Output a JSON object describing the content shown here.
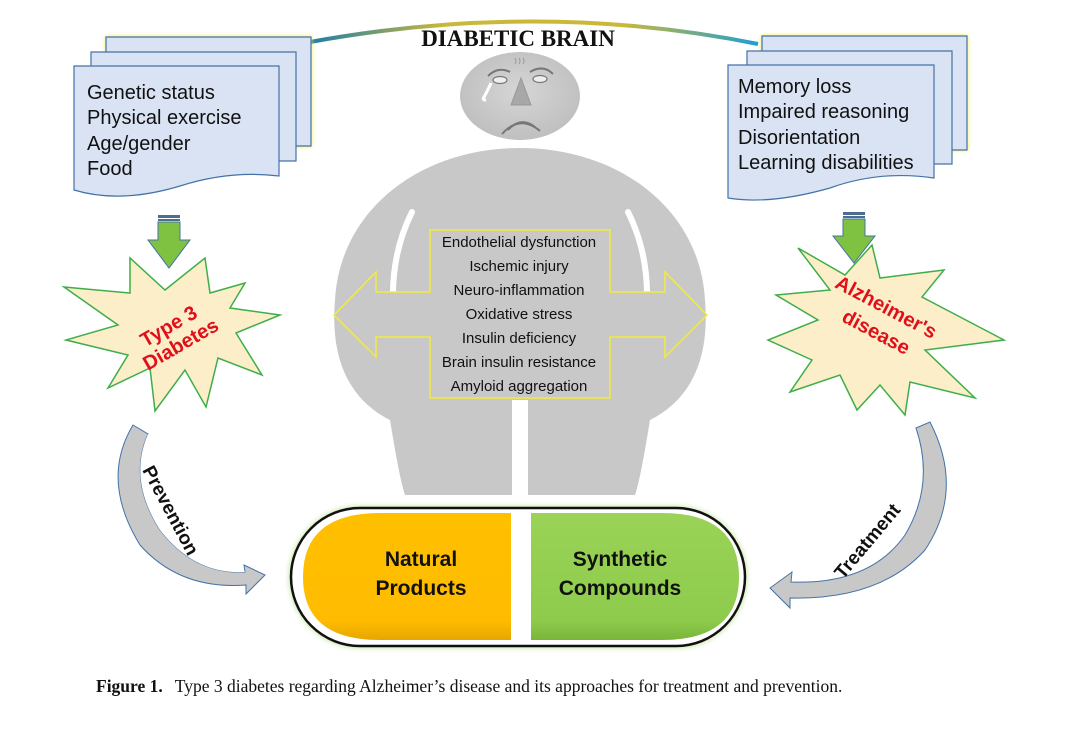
{
  "title": "DIABETIC BRAIN",
  "risk_factors": [
    "Genetic status",
    "Physical exercise",
    "Age/gender",
    "Food"
  ],
  "symptoms": [
    "Memory loss",
    "Impaired reasoning",
    "Disorientation",
    "Learning disabilities"
  ],
  "mechanisms": [
    "Endothelial dysfunction",
    "Ischemic injury",
    "Neuro-inflammation",
    "Oxidative stress",
    "Insulin deficiency",
    "Brain insulin resistance",
    "Amyloid aggregation"
  ],
  "left_burst": {
    "lines": [
      "Type 3",
      "Diabetes"
    ]
  },
  "right_burst": {
    "lines": [
      "Alzheimer's",
      "disease"
    ]
  },
  "left_arc_label": "Prevention",
  "right_arc_label": "Treatment",
  "pill": {
    "left": {
      "lines": [
        "Natural",
        "Products"
      ],
      "color": "#ffc000"
    },
    "right": {
      "lines": [
        "Synthetic",
        "Compounds"
      ],
      "color": "#92d050"
    }
  },
  "colors": {
    "doc_fill": "#dae3f3",
    "doc_stroke": "#4472a8",
    "burst_fill": "#fbeec9",
    "burst_stroke": "#3fae49",
    "burst_text": "#e0101a",
    "figure_gray": "#c8c8c8",
    "highlight_yellow": "#f2ec3c",
    "arrow_green": "#7fc241"
  },
  "caption": {
    "label": "Figure 1.",
    "text": "Type 3 diabetes regarding Alzheimer’s disease and its approaches for treatment and prevention."
  }
}
